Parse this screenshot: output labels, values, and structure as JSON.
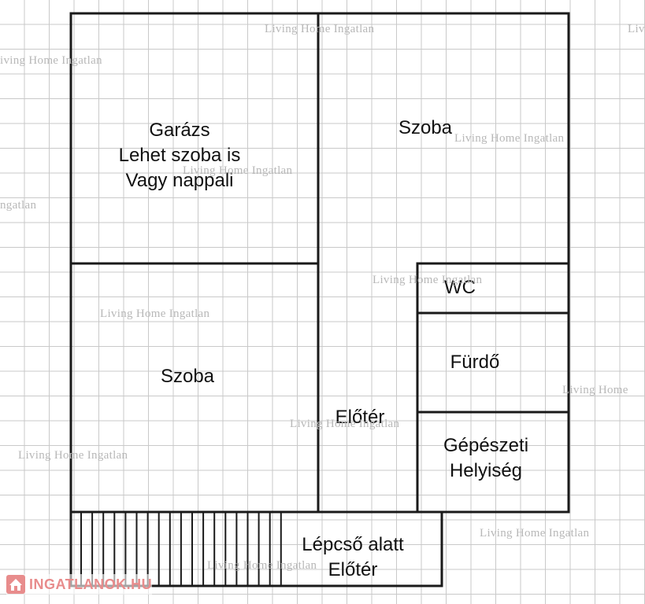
{
  "rooms": {
    "garage_line1": "Garázs",
    "garage_line2": "Lehet szoba is",
    "garage_line3": "Vagy nappali",
    "room_top_right": "Szoba",
    "room_bottom_left": "Szoba",
    "wc": "WC",
    "bathroom": "Fürdő",
    "hallway": "Előtér",
    "utility_line1": "Gépészeti",
    "utility_line2": "Helyiség",
    "under_stairs_line1": "Lépcső alatt",
    "under_stairs_line2": "Előtér"
  },
  "watermark": {
    "text": "Living Home Ingatlan",
    "cropped_left_a": "iving Home Ingatlan",
    "cropped_left_b": "ngatlan",
    "cropped_right_a": "Liv",
    "cropped_right_b": "Living Home"
  },
  "logo": {
    "text": "INGATLANOK.HU",
    "icon": "house-icon",
    "color": "#e88c8c"
  },
  "colors": {
    "walls": "#1a1a1a",
    "grid": "#c9c9c9",
    "watermark": "#b8b8b8"
  }
}
